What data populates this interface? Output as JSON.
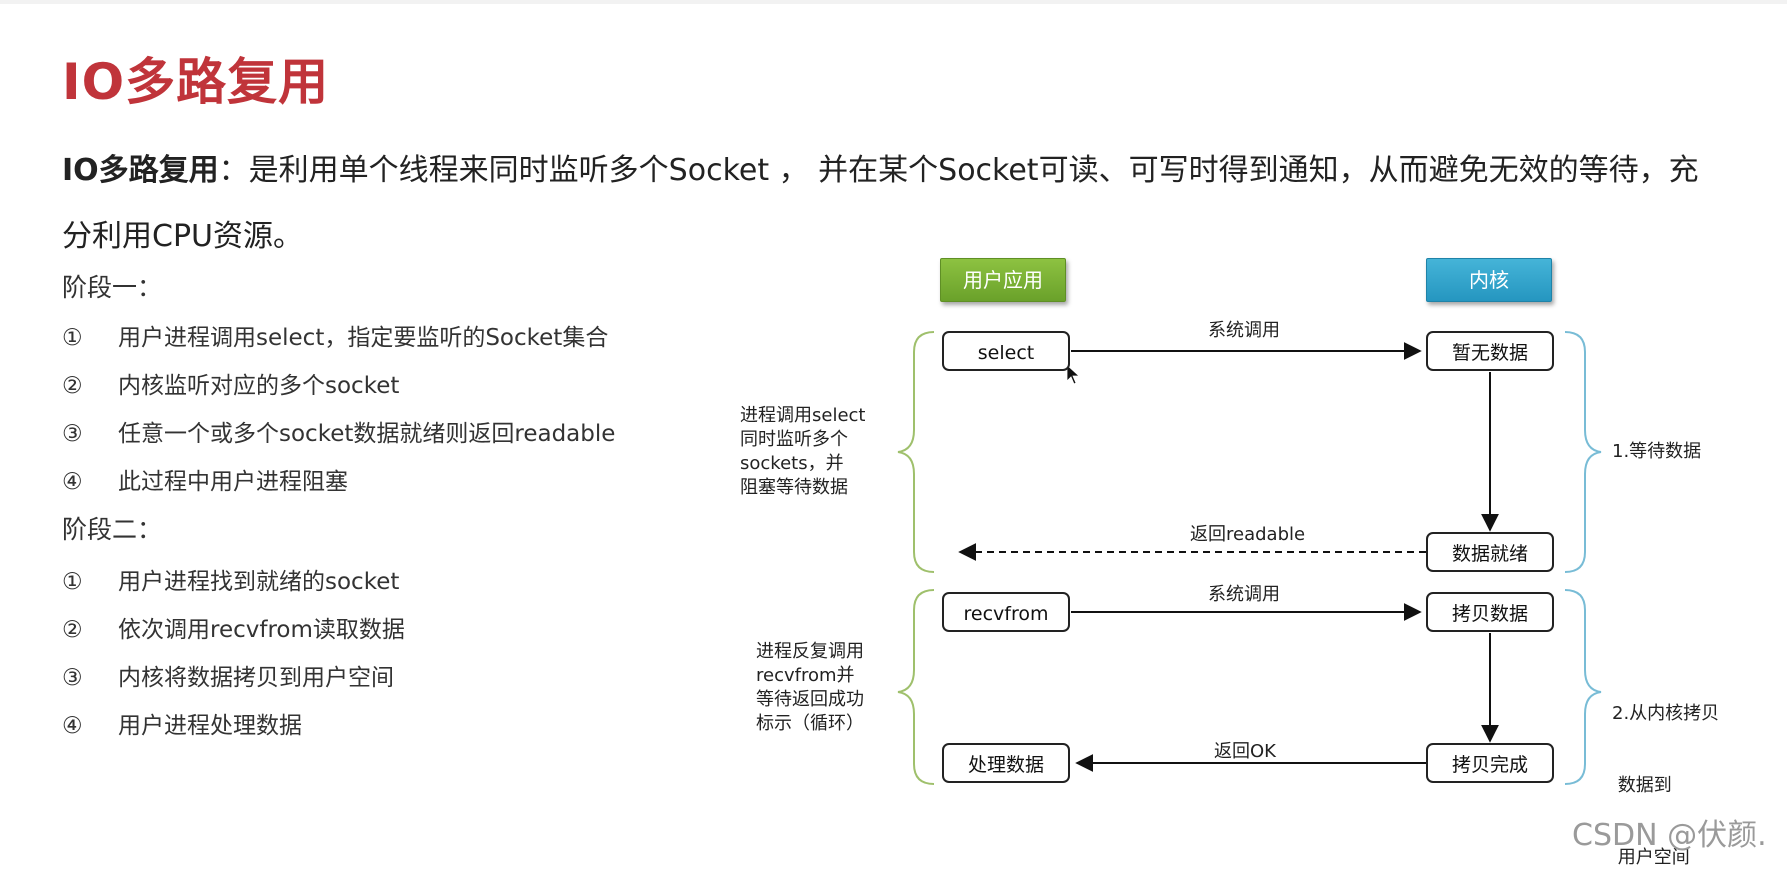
{
  "title": "IO多路复用",
  "definition": {
    "term": "IO多路复用",
    "text": "：是利用单个线程来同时监听多个Socket ， 并在某个Socket可读、可写时得到通知，从而避免无效的等待，充分利用CPU资源。"
  },
  "stage1": {
    "heading": "阶段一：",
    "steps": [
      {
        "num": "①",
        "text": "用户进程调用select，指定要监听的Socket集合"
      },
      {
        "num": "②",
        "text": "内核监听对应的多个socket"
      },
      {
        "num": "③",
        "text": "任意一个或多个socket数据就绪则返回readable"
      },
      {
        "num": "④",
        "text": "此过程中用户进程阻塞"
      }
    ]
  },
  "stage2": {
    "heading": "阶段二：",
    "steps": [
      {
        "num": "①",
        "text": "用户进程找到就绪的socket"
      },
      {
        "num": "②",
        "text": "依次调用recvfrom读取数据"
      },
      {
        "num": "③",
        "text": "内核将数据拷贝到用户空间"
      },
      {
        "num": "④",
        "text": "用户进程处理数据"
      }
    ]
  },
  "diagram": {
    "user_header": "用户应用",
    "kernel_header": "内核",
    "nodes": {
      "select": "select",
      "no_data": "暂无数据",
      "data_ready": "数据就绪",
      "recvfrom": "recvfrom",
      "copy_data": "拷贝数据",
      "copy_done": "拷贝完成",
      "process_data": "处理数据"
    },
    "edges": {
      "syscall_1": "系统调用",
      "return_readable": "返回readable",
      "syscall_2": "系统调用",
      "return_ok": "返回OK"
    },
    "left_notes": {
      "phase1": [
        "进程调用select",
        "同时监听多个",
        "sockets，并",
        "阻塞等待数据"
      ],
      "phase2": [
        "进程反复调用",
        "recvfrom并",
        "等待返回成功",
        "标示（循环）"
      ]
    },
    "right_notes": {
      "phase1": [
        "1.等待数据"
      ],
      "phase2": [
        "2.从内核拷贝",
        " 数据到",
        " 用户空间"
      ]
    },
    "colors": {
      "user_green": "#7ab534",
      "kernel_blue": "#2fa3cc",
      "title_red": "#c0343a"
    }
  },
  "watermark": "CSDN @伏颜."
}
